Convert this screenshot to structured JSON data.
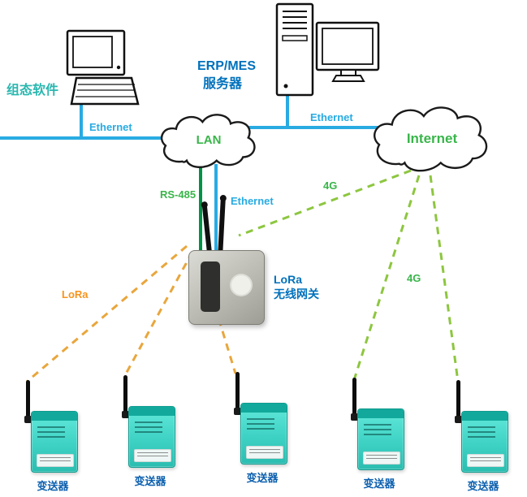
{
  "nodes": {
    "pc": {
      "label": "组态软件"
    },
    "server": {
      "line1": "ERP/MES",
      "line2": "服务器"
    },
    "lan": {
      "label": "LAN"
    },
    "internet": {
      "label": "Internet"
    },
    "gateway": {
      "line1": "LoRa",
      "line2": "无线网关"
    },
    "devices": [
      {
        "label": "变送器"
      },
      {
        "label": "变送器"
      },
      {
        "label": "变送器"
      },
      {
        "label": "变送器"
      },
      {
        "label": "变送器"
      }
    ]
  },
  "links": {
    "ethernet_left": "Ethernet",
    "ethernet_right": "Ethernet",
    "ethernet_drop": "Ethernet",
    "rs485": "RS-485",
    "lora": "LoRa",
    "cellular_uplink": "4G",
    "cellular_down": "4G"
  },
  "colors": {
    "ethernet_line": "#29abe2",
    "network_label_green": "#39b54a",
    "rs485_line": "#009245",
    "cellular_dashed": "#8dc63f",
    "lora_dashed": "#e9a63c",
    "lora_label": "#f7941d",
    "blue_text": "#0071bc",
    "teal_text": "#2ab7b0",
    "device_body_teal": "#3ed2c4"
  }
}
